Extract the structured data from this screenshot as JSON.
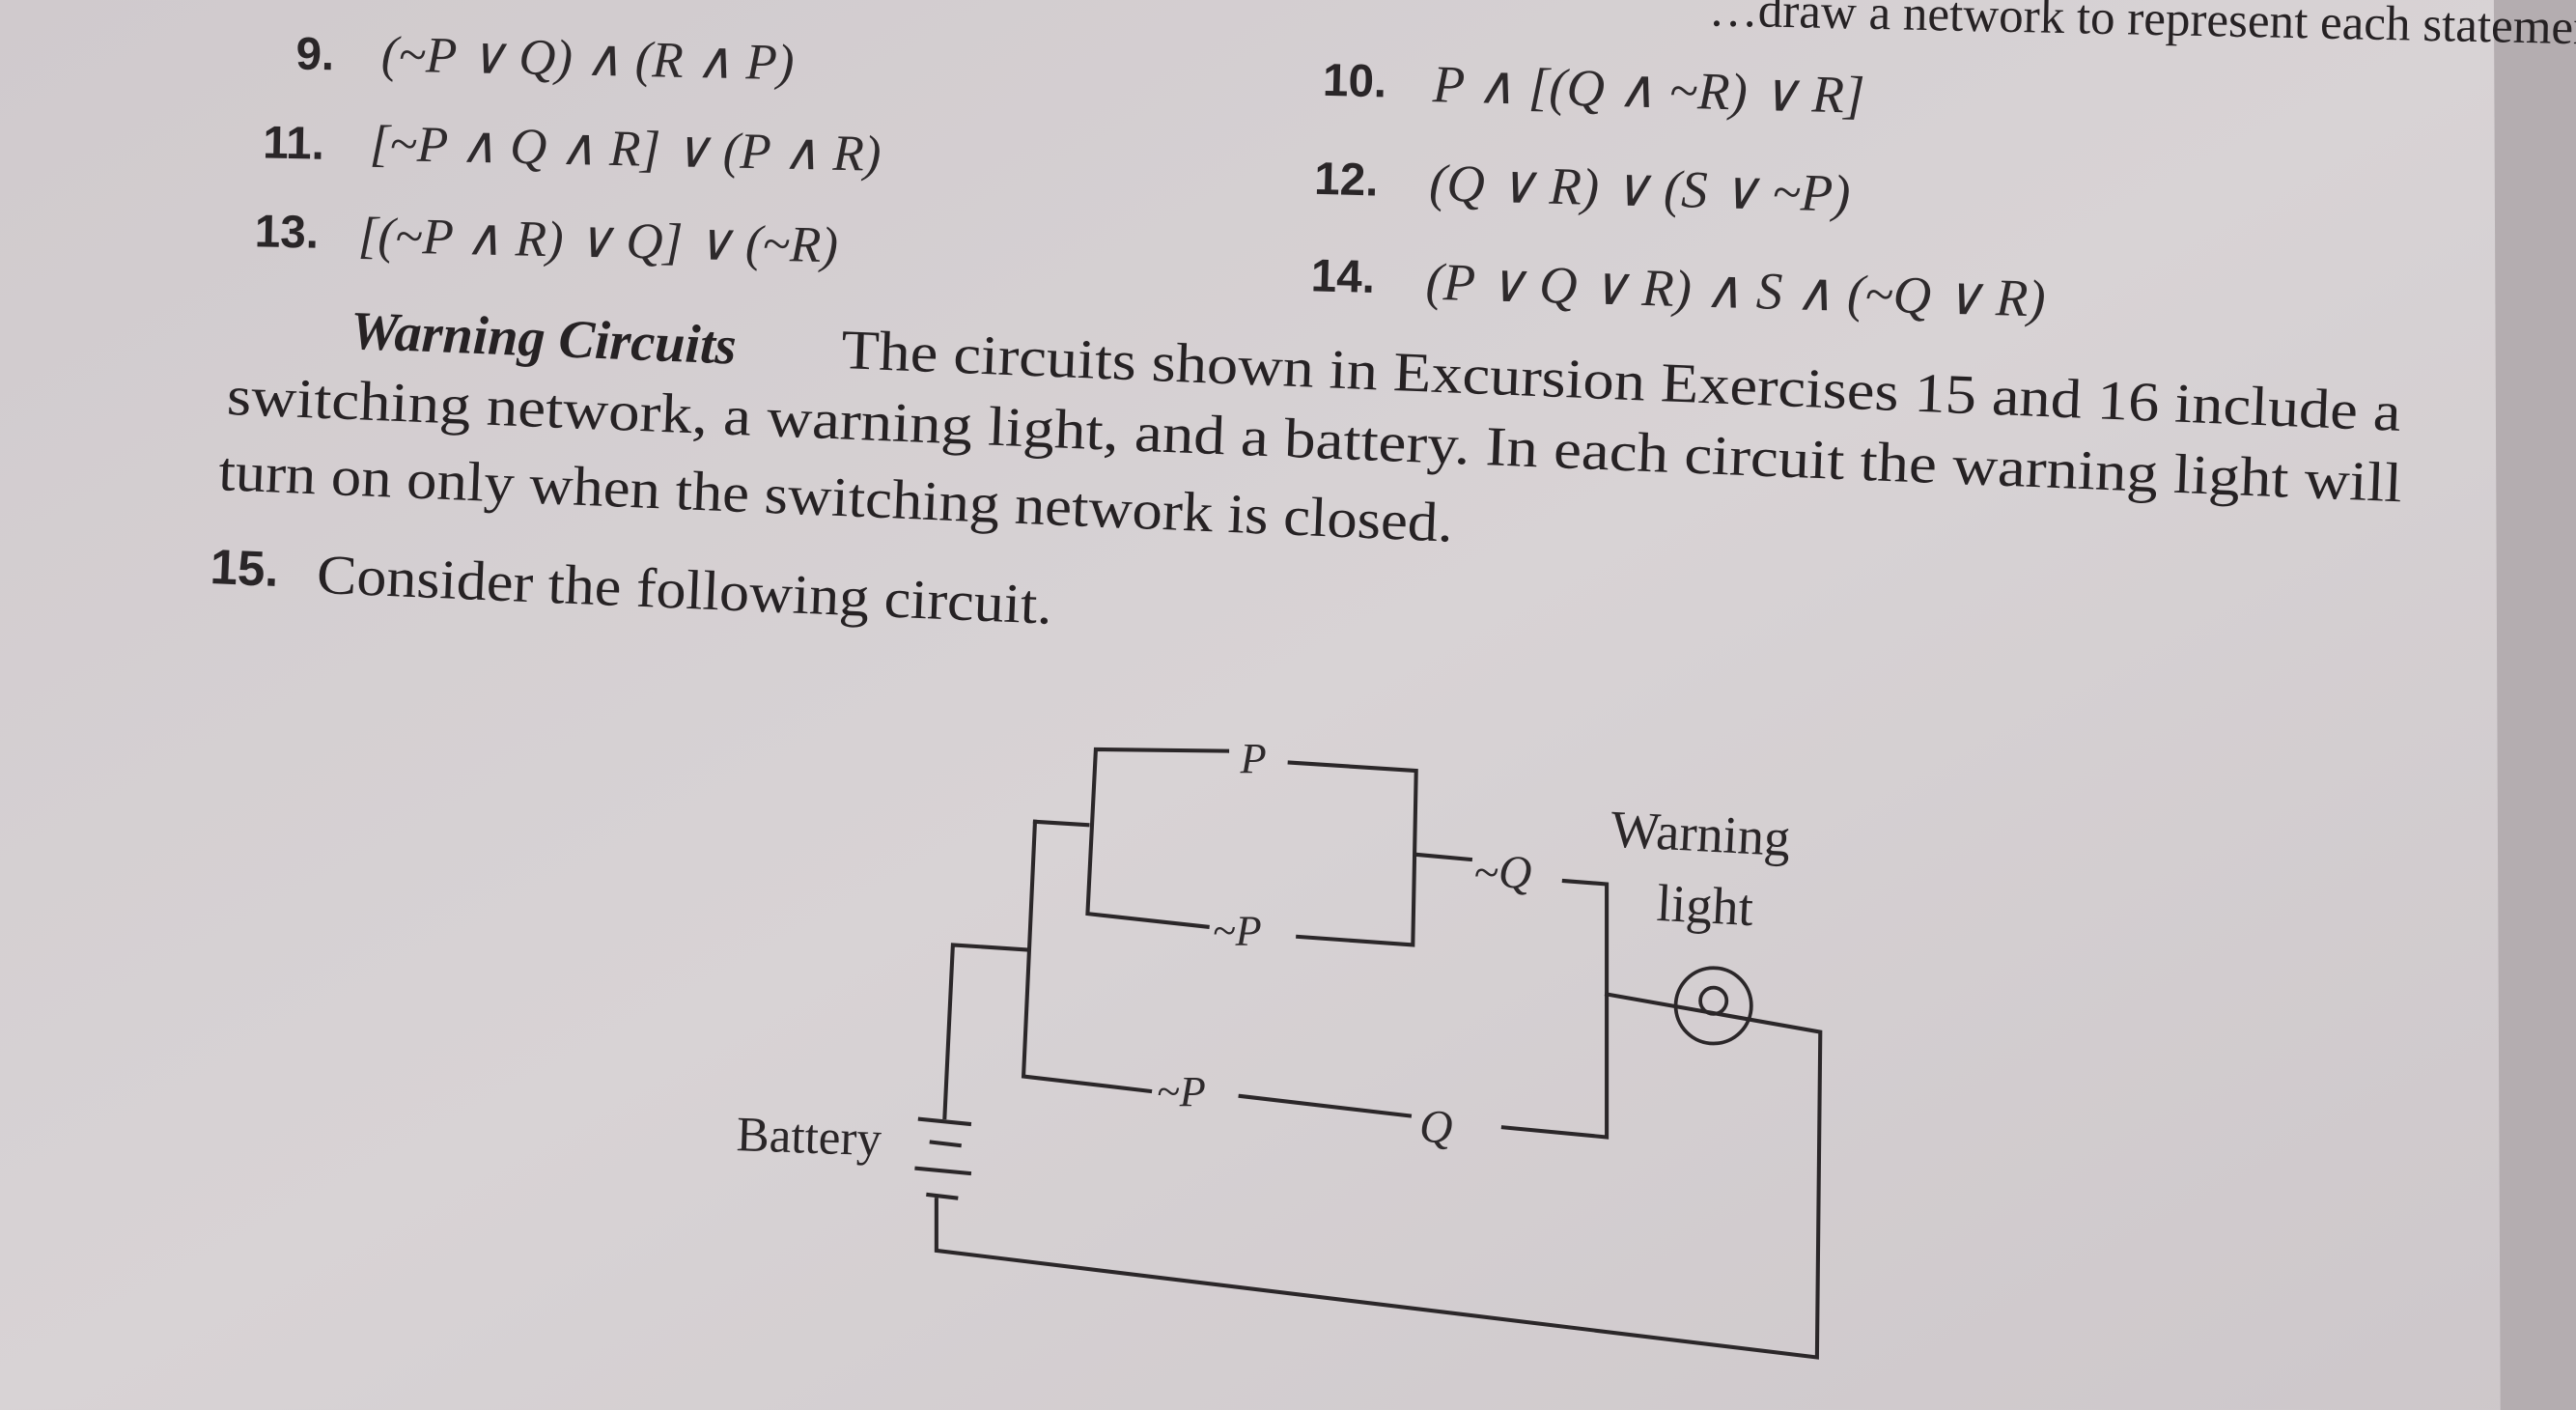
{
  "header_fragment": "…draw a network to represent each statement.",
  "exercises": [
    {
      "number": "9.",
      "expression": "(~P ∨ Q) ∧ (R ∧ P)"
    },
    {
      "number": "10.",
      "expression": "P ∧ [(Q ∧ ~R) ∨ R]"
    },
    {
      "number": "11.",
      "expression": "[~P ∧ Q ∧ R] ∨ (P ∧ R)"
    },
    {
      "number": "12.",
      "expression": "(Q ∨ R) ∨ (S ∨ ~P)"
    },
    {
      "number": "13.",
      "expression": "[(~P ∧ R) ∨ Q] ∨ (~R)"
    },
    {
      "number": "14.",
      "expression": "(P ∨ Q ∨ R) ∧ S ∧ (~Q ∨ R)"
    }
  ],
  "section": {
    "heading": "Warning Circuits",
    "lines": [
      "The circuits shown in Excursion Exercises 15 and 16 include a",
      "switching network, a warning light, and a battery. In each circuit the warning light will",
      "turn on only when the switching network is closed."
    ]
  },
  "problem": {
    "number": "15.",
    "text": "Consider the following circuit."
  },
  "circuit": {
    "switch_top": "P",
    "switch_middle": "~P",
    "switch_nq": "~Q",
    "switch_bottom_p": "~P",
    "switch_bottom_q": "Q",
    "battery_label": "Battery",
    "light_label_1": "Warning",
    "light_label_2": "light"
  },
  "colors": {
    "paper": "#d4cfd1",
    "ink": "#2a2628",
    "page_edge": "#b4adb0"
  }
}
